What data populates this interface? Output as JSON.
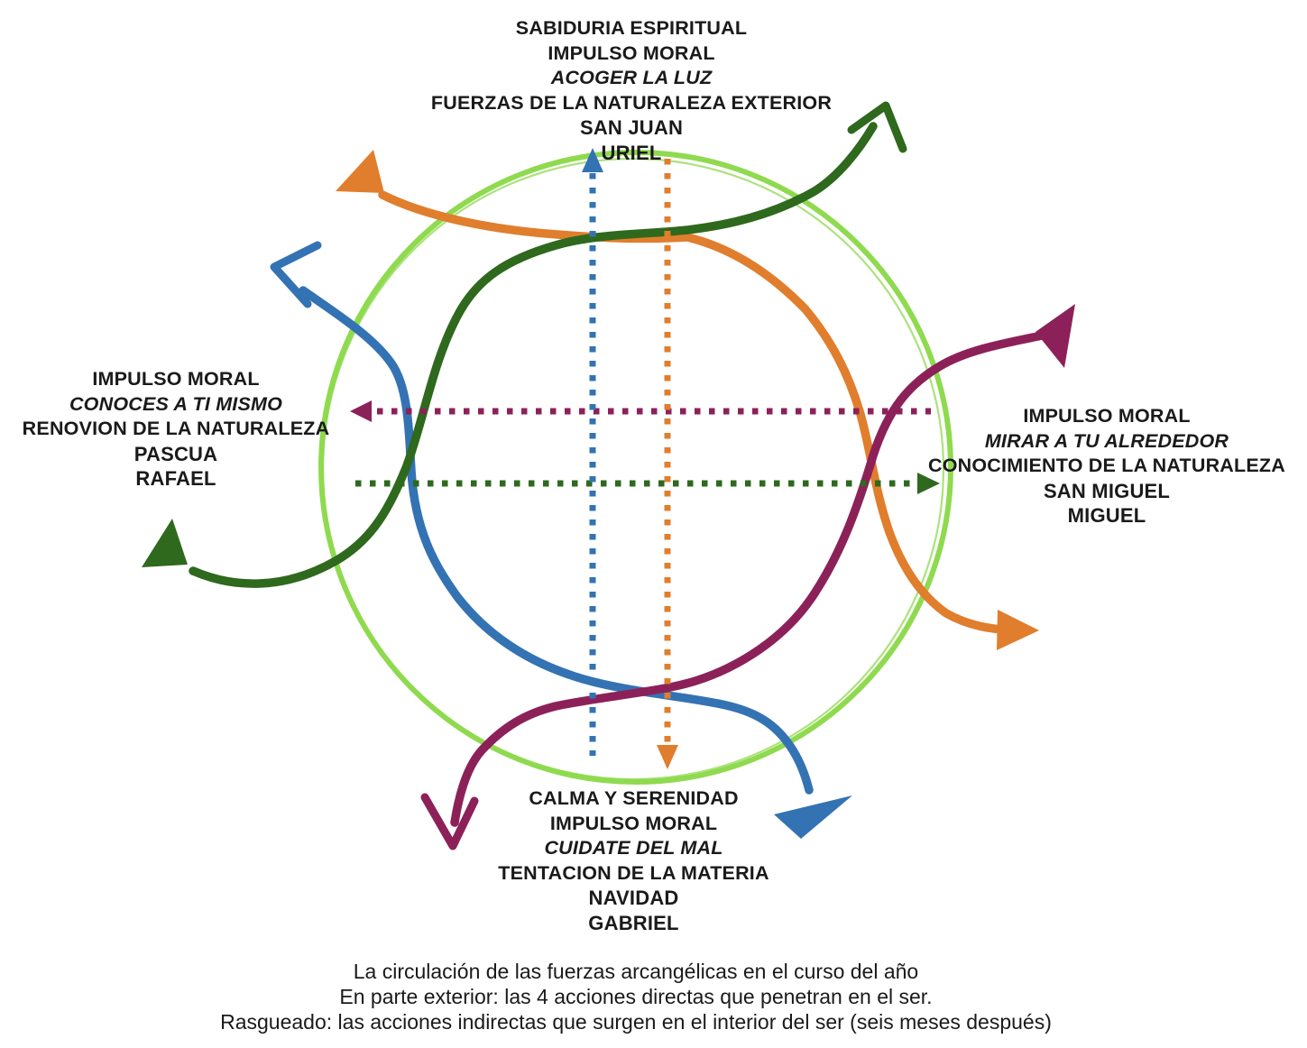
{
  "colors": {
    "circle_green": "#8FDA4F",
    "dark_green": "#2E691D",
    "orange": "#E07E2D",
    "blue": "#3373B3",
    "purple": "#8C2159",
    "text": "#1A1A1A"
  },
  "blocks": {
    "top": {
      "lines": [
        "SABIDURIA ESPIRITUAL",
        "IMPULSO MORAL",
        "ACOGER LA LUZ",
        "FUERZAS DE LA NATURALEZA EXTERIOR",
        "SAN JUAN",
        "URIEL"
      ]
    },
    "left": {
      "lines": [
        "IMPULSO MORAL",
        "CONOCES A TI MISMO",
        "RENOVION DE LA NATURALEZA",
        "PASCUA",
        "RAFAEL"
      ]
    },
    "right": {
      "lines": [
        "IMPULSO MORAL",
        "MIRAR A TU ALREDEDOR",
        "CONOCIMIENTO DE LA NATURALEZA",
        "SAN MIGUEL",
        "MIGUEL"
      ]
    },
    "bottom": {
      "lines": [
        "CALMA Y SERENIDAD",
        "IMPULSO MORAL",
        "CUIDATE DEL MAL",
        "TENTACION DE LA MATERIA",
        "NAVIDAD",
        "GABRIEL"
      ]
    }
  },
  "caption": {
    "lines": [
      "La circulación de las fuerzas arcangélicas en el curso del año",
      "En parte exterior: las 4 acciones directas que penetran en el ser.",
      "Rasgueado: las acciones indirectas que surgen en el interior del ser (seis meses después)"
    ]
  },
  "arrows": {
    "solid": [
      {
        "name": "dark-green-arc",
        "color": "#2E691D",
        "heads": "bottom-left and top-right"
      },
      {
        "name": "orange-arc",
        "color": "#E07E2D",
        "heads": "top-left and right"
      },
      {
        "name": "blue-arc",
        "color": "#3373B3",
        "heads": "top-left and bottom-right"
      },
      {
        "name": "purple-arc",
        "color": "#8C2159",
        "heads": "right and bottom-left"
      }
    ],
    "dotted": [
      {
        "name": "blue-dotted-vertical",
        "color": "#3373B3",
        "direction": "up"
      },
      {
        "name": "orange-dotted-vertical",
        "color": "#E07E2D",
        "direction": "down"
      },
      {
        "name": "purple-dotted-horizontal",
        "color": "#8C2159",
        "direction": "left"
      },
      {
        "name": "green-dotted-horizontal",
        "color": "#2E691D",
        "direction": "right"
      }
    ]
  }
}
